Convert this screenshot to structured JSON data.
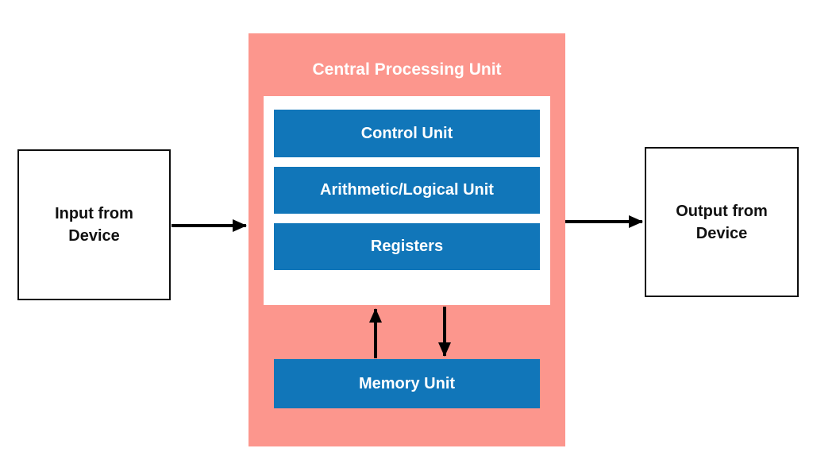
{
  "colors": {
    "cpu_background": "#FC968D",
    "block_blue": "#1176B9",
    "arrow_black": "#000000"
  },
  "cpu": {
    "title": "Central Processing Unit",
    "blocks": [
      "Control Unit",
      "Arithmetic/Logical Unit",
      "Registers"
    ],
    "memory": "Memory Unit"
  },
  "io": {
    "input_label": "Input from\nDevice",
    "output_label": "Output from\nDevice"
  }
}
